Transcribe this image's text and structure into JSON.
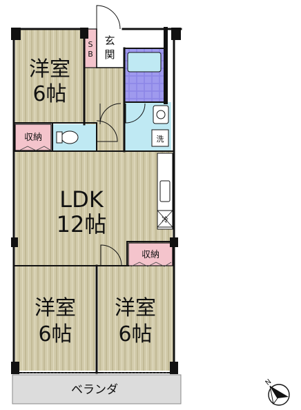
{
  "rooms": {
    "western_room_top": {
      "label": "洋室",
      "size": "6帖"
    },
    "ldk": {
      "label": "LDK",
      "size": "12帖"
    },
    "western_room_bottom_left": {
      "label": "洋室",
      "size": "6帖"
    },
    "western_room_bottom_right": {
      "label": "洋室",
      "size": "6帖"
    },
    "storage_top": "収納",
    "storage_mid": "収納",
    "entrance": "玄関",
    "shoe_box": "SB",
    "balcony": "ベランダ",
    "washer": "洗",
    "fridge": "冷"
  },
  "compass": {
    "symbol": "N"
  },
  "colors": {
    "floor_wood": "#cfc7a6",
    "floor_stripe": "#b8ae88",
    "wet_area": "#bfe9f3",
    "storage": "#f4c4cc",
    "balcony": "#dcdcdc",
    "tile": "#8c86e6",
    "wall": "#111111"
  }
}
